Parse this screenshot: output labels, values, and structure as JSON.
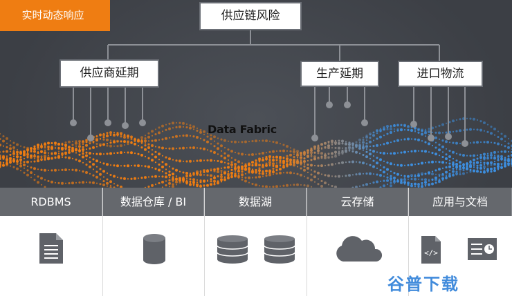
{
  "badge": "实时动态响应",
  "tree": {
    "root": "供应链风险",
    "children": [
      "供应商延期",
      "生产延期",
      "进口物流"
    ]
  },
  "fabric_label": "Data Fabric",
  "sources": [
    {
      "label": "RDBMS",
      "icon": "document-icon"
    },
    {
      "label": "数据仓库 / BI",
      "icon": "database-cylinder-icon"
    },
    {
      "label": "数据湖",
      "icon": "database-stack-icon"
    },
    {
      "label": "云存储",
      "icon": "cloud-icon"
    },
    {
      "label": "应用与文档",
      "icon": "code-file-and-app-window-icon"
    }
  ],
  "watermark": "谷普下载",
  "colors": {
    "accent_orange": "#ef7d12",
    "accent_blue": "#3d8fe0",
    "header_gray": "#65686d"
  }
}
